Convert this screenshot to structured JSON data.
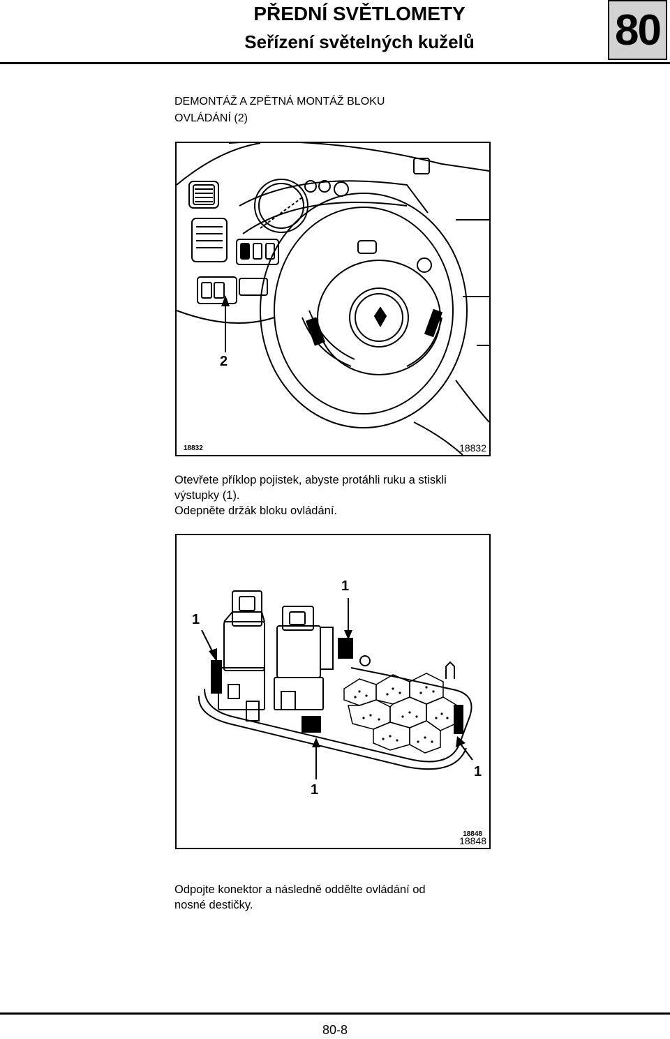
{
  "header": {
    "title": "PŘEDNÍ SVĚTLOMETY",
    "subtitle": "Seřízení světelných kuželů",
    "chapter": "80"
  },
  "section": {
    "heading_line1": "DEMONTÁŽ A ZPĚTNÁ MONTÁŽ BLOKU",
    "heading_line2": "OVLÁDÁNÍ (2)"
  },
  "figure1": {
    "id": "18832",
    "id_small": "18832",
    "callout": "2"
  },
  "paragraph1": {
    "line1": "Otevřete příklop pojistek, abyste protáhli ruku a stiskli",
    "line2": "výstupky (1).",
    "line3": "Odepněte držák bloku ovládání."
  },
  "figure2": {
    "id": "18848",
    "id_small": "18848",
    "callouts": [
      "1",
      "1",
      "1",
      "1"
    ]
  },
  "paragraph2": {
    "line1": "Odpojte konektor a následně oddělte ovládání od",
    "line2": "nosné destičky."
  },
  "footer": {
    "page": "80-8"
  }
}
